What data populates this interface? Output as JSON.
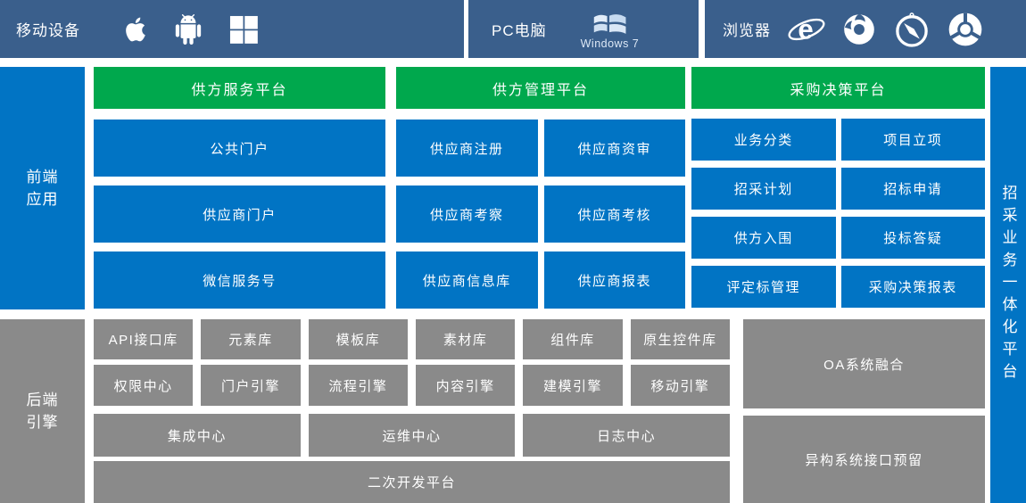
{
  "colors": {
    "bar": "#3A5F8C",
    "blue": "#0174C4",
    "green": "#00A84D",
    "gray": "#8A8A8A",
    "text": "#FFFFFF",
    "win7_flag": "#CFE0F2"
  },
  "top_bar": {
    "mobile": {
      "label": "移动设备",
      "icons": [
        "apple-icon",
        "android-icon",
        "windows-icon"
      ]
    },
    "pc": {
      "label": "PC电脑",
      "windows7": "Windows 7",
      "icons": [
        "windows7-logo"
      ]
    },
    "browser": {
      "label": "浏览器",
      "icons": [
        "ie-icon",
        "firefox-icon",
        "safari-icon",
        "chrome-icon"
      ]
    }
  },
  "sidebars": {
    "frontend": "前端应用",
    "backend": "后端引擎",
    "platform": "招采业务一体化平台"
  },
  "frontend": {
    "col_a": {
      "header": "供方服务平台",
      "items": [
        "公共门户",
        "供应商门户",
        "微信服务号"
      ]
    },
    "col_b": {
      "header": "供方管理平台",
      "items": [
        "供应商注册",
        "供应商资审",
        "供应商考察",
        "供应商考核",
        "供应商信息库",
        "供应商报表"
      ]
    },
    "col_c": {
      "header": "采购决策平台",
      "items": [
        "业务分类",
        "项目立项",
        "招采计划",
        "招标申请",
        "供方入围",
        "投标答疑",
        "评定标管理",
        "采购决策报表"
      ]
    }
  },
  "backend": {
    "libraries": [
      "API接口库",
      "元素库",
      "模板库",
      "素材库",
      "组件库",
      "原生控件库"
    ],
    "engines": [
      "权限中心",
      "门户引擎",
      "流程引擎",
      "内容引擎",
      "建模引擎",
      "移动引擎"
    ],
    "centers": [
      "集成中心",
      "运维中心",
      "日志中心"
    ],
    "dev_platform": "二次开发平台",
    "integrations": [
      "OA系统融合",
      "异构系统接口预留"
    ]
  }
}
